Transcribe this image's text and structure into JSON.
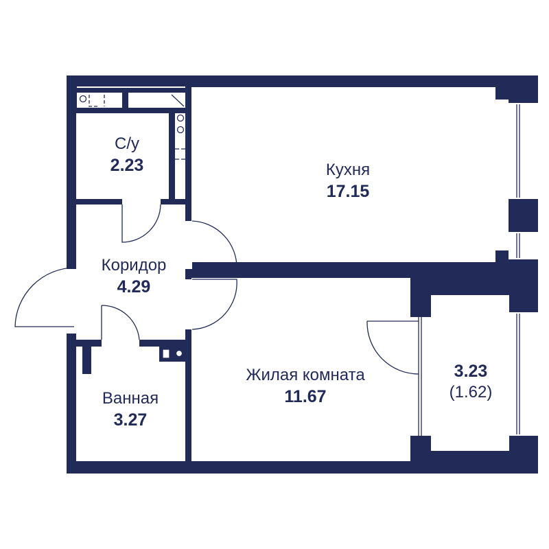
{
  "colors": {
    "wall": "#222a58",
    "floor": "#ffffff"
  },
  "rooms": [
    {
      "id": "wc",
      "name": "С/у",
      "area": "2.23"
    },
    {
      "id": "kitchen",
      "name": "Кухня",
      "area": "17.15"
    },
    {
      "id": "corridor",
      "name": "Коридор",
      "area": "4.29"
    },
    {
      "id": "living",
      "name": "Жилая комната",
      "area": "11.67"
    },
    {
      "id": "bathroom",
      "name": "Ванная",
      "area": "3.27"
    },
    {
      "id": "balcony",
      "area": "3.23",
      "sub_area": "(1.62)"
    }
  ]
}
